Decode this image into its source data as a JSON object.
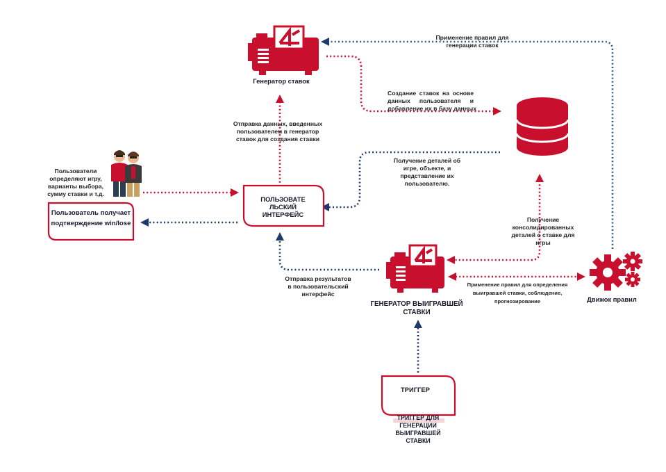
{
  "colors": {
    "red": "#c8102e",
    "navy": "#1f3b6b",
    "teal": "#3b7a78",
    "text": "#222222"
  },
  "nodes": {
    "bet_generator": {
      "icon": "generator-icon",
      "label": "Генератор ставок"
    },
    "database": {
      "icon": "database-icon"
    },
    "users": {
      "icon": "users-icon",
      "lines": [
        "Пользователи",
        "определяют игру,",
        "варианты выбора,",
        "сумму ставки и т.д."
      ]
    },
    "confirmation": {
      "lines": [
        "Пользователь получает",
        "подтверждение win/lose"
      ]
    },
    "ui": {
      "lines": [
        "ПОЛЬЗОВАТЕ",
        "ЛЬСКИЙ",
        "ИНТЕРФЕЙС"
      ]
    },
    "win_generator": {
      "icon": "generator-icon",
      "lines": [
        "ГЕНЕРАТОР ВЫИГРАВШЕЙ",
        "СТАВКИ"
      ]
    },
    "rules_engine": {
      "icon": "gears-icon",
      "label": "Движок правил"
    },
    "trigger": {
      "label": "ТРИГГЕР",
      "caption_lines": [
        "ТРИГГЕР ДЛЯ",
        "ГЕНЕРАЦИИ",
        "ВЫИГРАВШЕЙ",
        "СТАВКИ"
      ]
    }
  },
  "edges": {
    "rules_to_generator": [
      "Применение правил для",
      "генерации ставок"
    ],
    "generator_to_db": [
      "Создание ставок на основе",
      "данных пользователя и",
      "добавление их в базу данных"
    ],
    "ui_to_generator": [
      "Отправка данных, введенных",
      "пользователем в генератор",
      "ставок для создания ставки"
    ],
    "db_to_ui": [
      "Получение деталей об",
      "игре, объекте, и",
      "представление их",
      "пользователю."
    ],
    "win_to_ui": [
      "Отправка результатов",
      "в пользовательский",
      "интерфейс"
    ],
    "db_to_win": [
      "Получение",
      "консолидированных",
      "деталей о ставке для",
      "игры"
    ],
    "rules_to_win": [
      "Применение правил для определения",
      "выигравшей ставки, соблюдение,",
      "прогнозирование"
    ]
  }
}
